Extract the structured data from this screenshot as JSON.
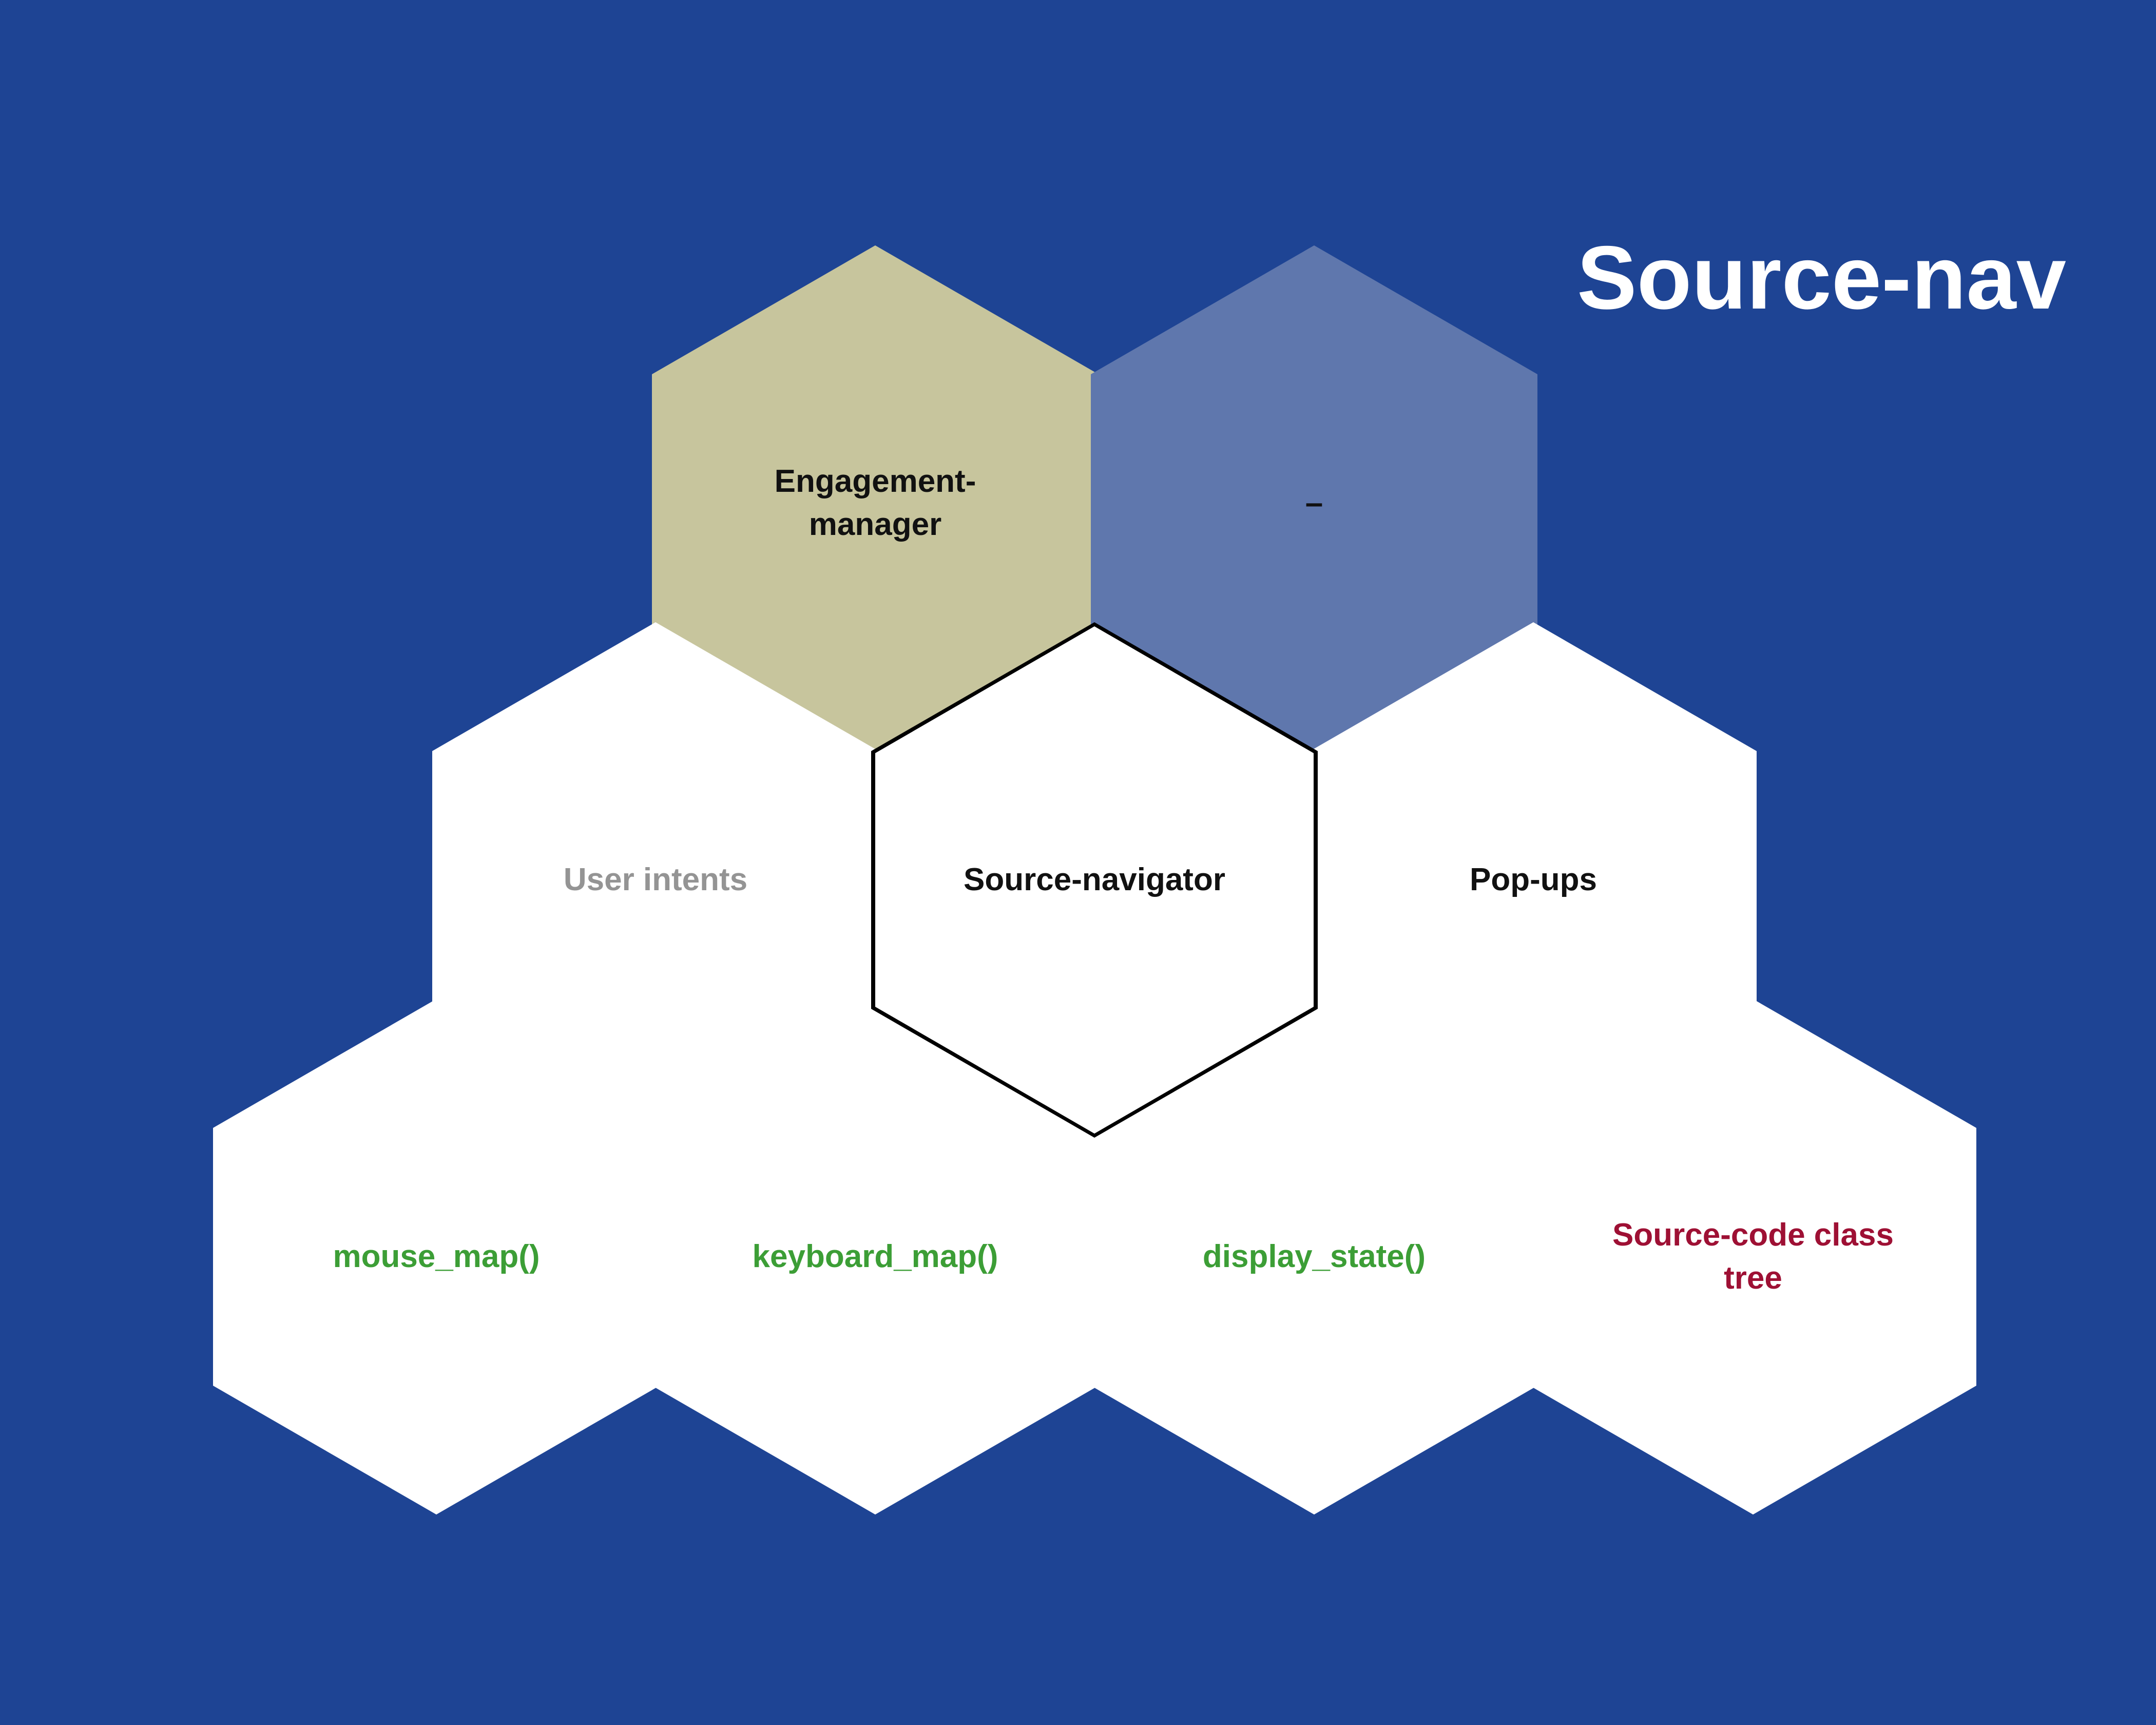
{
  "title": "Source-nav",
  "colors": {
    "background": "#1e4494",
    "hex_olive": "#c7c59d",
    "hex_blue": "#5f77ad",
    "hex_white": "#ffffff",
    "border_black": "#000000",
    "title_text": "#ffffff",
    "text_black": "#111111",
    "text_gray": "#949494",
    "text_green": "#3c9e36",
    "text_red": "#9e1034"
  },
  "hexagons": [
    {
      "name": "engagement-manager",
      "label": "Engagement-\nmanager",
      "fill": "#c7c59d",
      "text_color": "#111111"
    },
    {
      "name": "dash",
      "label": "–",
      "fill": "#5f77ad",
      "text_color": "#111111"
    },
    {
      "name": "user-intents",
      "label": "User intents",
      "fill": "#ffffff",
      "text_color": "#949494"
    },
    {
      "name": "source-navigator",
      "label": "Source-navigator",
      "fill": "#ffffff",
      "text_color": "#111111",
      "border": "#000000"
    },
    {
      "name": "pop-ups",
      "label": "Pop-ups",
      "fill": "#ffffff",
      "text_color": "#111111"
    },
    {
      "name": "mouse-map",
      "label": "mouse_map()",
      "fill": "#ffffff",
      "text_color": "#3c9e36"
    },
    {
      "name": "keyboard-map",
      "label": "keyboard_map()",
      "fill": "#ffffff",
      "text_color": "#3c9e36"
    },
    {
      "name": "display-state",
      "label": "display_state()",
      "fill": "#ffffff",
      "text_color": "#3c9e36"
    },
    {
      "name": "source-code-class-tree",
      "label": "Source-code class\ntree",
      "fill": "#ffffff",
      "text_color": "#9e1034"
    }
  ]
}
